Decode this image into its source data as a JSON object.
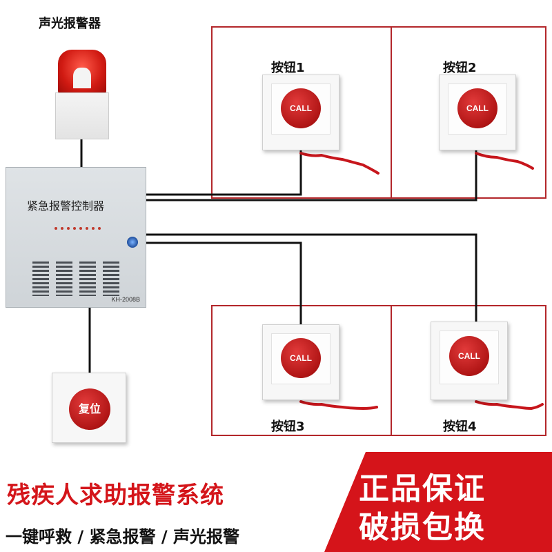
{
  "alarm": {
    "title": "声光报警器"
  },
  "controller": {
    "title": "紧急报警控制器",
    "model": "KH-2008B"
  },
  "buttons": [
    {
      "label": "按钮1",
      "call": "CALL"
    },
    {
      "label": "按钮2",
      "call": "CALL"
    },
    {
      "label": "按钮3",
      "call": "CALL"
    },
    {
      "label": "按钮4",
      "call": "CALL"
    }
  ],
  "reset": {
    "label": "复位"
  },
  "banner": {
    "title": "残疾人求助报警系统",
    "subtitle": "一键呼救 / 紧急报警 / 声光报警",
    "guarantee1": "正品保证",
    "guarantee2": "破损包换"
  },
  "colors": {
    "frame": "#b3262a",
    "banner_red": "#d5141a",
    "button_red": "#b01515"
  }
}
